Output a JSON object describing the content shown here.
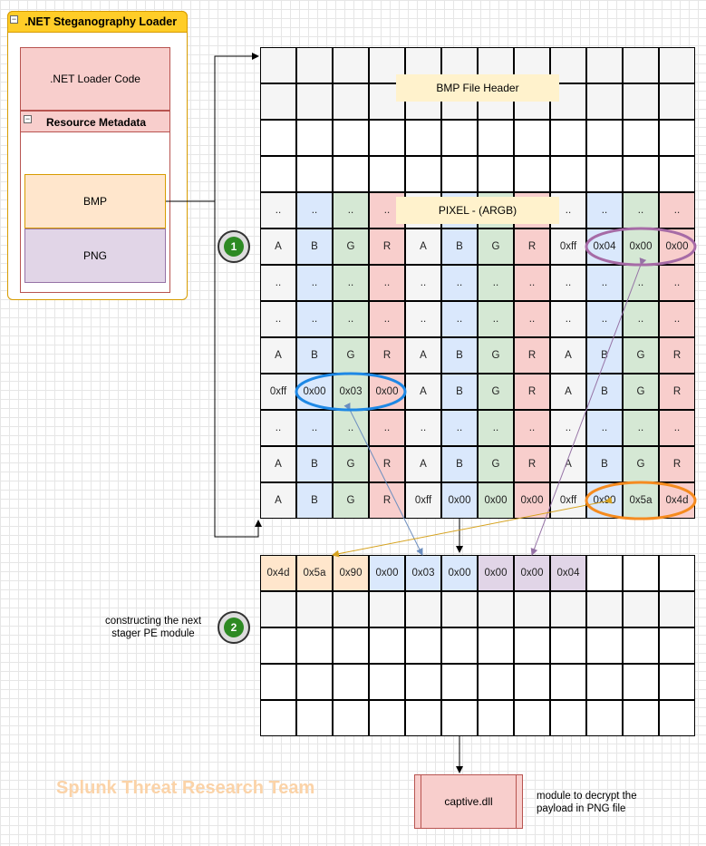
{
  "loader": {
    "title": ".NET Steganography Loader",
    "code_label": ".NET Loader Code",
    "resource_title": "Resource Metadata",
    "bmp_label": "BMP",
    "png_label": "PNG"
  },
  "top_grid": {
    "header_label": "BMP File Header",
    "pixel_label": "PIXEL  - (ARGB)",
    "rows": [
      [
        "",
        "",
        "",
        "",
        "",
        "",
        "",
        "",
        "",
        "",
        "",
        ""
      ],
      [
        "",
        "",
        "",
        "",
        "",
        "",
        "",
        "",
        "",
        "",
        "",
        ""
      ],
      [
        "",
        "",
        "",
        "",
        "",
        "",
        "",
        "",
        "",
        "",
        "",
        ""
      ],
      [
        "",
        "",
        "",
        "",
        "",
        "",
        "",
        "",
        "",
        "",
        "",
        ""
      ],
      [
        "..",
        "..",
        "..",
        "..",
        "",
        "",
        "",
        "",
        "..",
        "..",
        "..",
        ".."
      ],
      [
        "A",
        "B",
        "G",
        "R",
        "A",
        "B",
        "G",
        "R",
        "0xff",
        "0x04",
        "0x00",
        "0x00"
      ],
      [
        "..",
        "..",
        "..",
        "..",
        "..",
        "..",
        "..",
        "..",
        "..",
        "..",
        "..",
        ".."
      ],
      [
        "..",
        "..",
        "..",
        "..",
        "..",
        "..",
        "..",
        "..",
        "..",
        "..",
        "..",
        ".."
      ],
      [
        "A",
        "B",
        "G",
        "R",
        "A",
        "B",
        "G",
        "R",
        "A",
        "B",
        "G",
        "R"
      ],
      [
        "0xff",
        "0x00",
        "0x03",
        "0x00",
        "A",
        "B",
        "G",
        "R",
        "A",
        "B",
        "G",
        "R"
      ],
      [
        "..",
        "..",
        "..",
        "..",
        "..",
        "..",
        "..",
        "..",
        "..",
        "..",
        "..",
        ".."
      ],
      [
        "A",
        "B",
        "G",
        "R",
        "A",
        "B",
        "G",
        "R",
        "A",
        "B",
        "G",
        "R"
      ],
      [
        "A",
        "B",
        "G",
        "R",
        "0xff",
        "0x00",
        "0x00",
        "0x00",
        "0xff",
        "0x90",
        "0x5a",
        "0x4d"
      ]
    ]
  },
  "bottom_grid": {
    "rows": [
      [
        "0x4d",
        "0x5a",
        "0x90",
        "0x00",
        "0x03",
        "0x00",
        "0x00",
        "0x00",
        "0x04",
        "",
        "",
        ""
      ],
      [
        "",
        "",
        "",
        "",
        "",
        "",
        "",
        "",
        "",
        "",
        "",
        ""
      ],
      [
        "",
        "",
        "",
        "",
        "",
        "",
        "",
        "",
        "",
        "",
        "",
        ""
      ],
      [
        "",
        "",
        "",
        "",
        "",
        "",
        "",
        "",
        "",
        "",
        "",
        ""
      ],
      [
        "",
        "",
        "",
        "",
        "",
        "",
        "",
        "",
        "",
        "",
        "",
        ""
      ]
    ]
  },
  "step1": "1",
  "step2": "2",
  "step2_text": "constructing the next stager PE module",
  "watermark": "Splunk Threat Research Team",
  "output_module": "captive.dll",
  "output_note": "module to decrypt the payload in PNG file",
  "colors": {
    "blue_col": "#dae8fc",
    "green_col": "#d5e8d4",
    "red_col": "#f8cecc",
    "header_gray": "#f5f5f5",
    "label_yellow": "#fff2cc",
    "orange_bytes": "#ffe6cc",
    "purple_bytes": "#e1d5e7",
    "blue_ellipse": "#1e88e5",
    "purple_ellipse": "#a66ba6",
    "orange_ellipse": "#f58b1f"
  }
}
